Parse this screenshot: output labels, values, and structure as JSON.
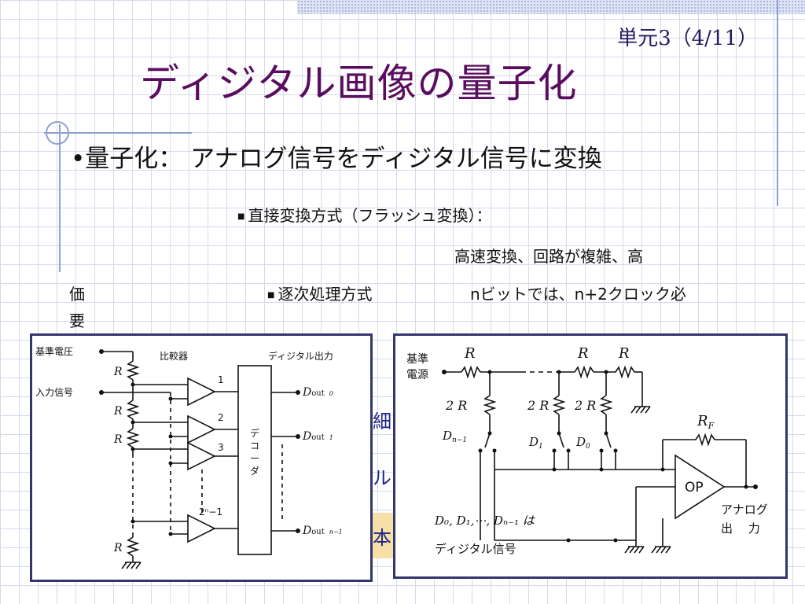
{
  "header": {
    "unit": "単元3（4/11）",
    "title": "ディジタル画像の量子化"
  },
  "body": {
    "main_bullet": "•量子化：  アナログ信号をディジタル信号に変換",
    "sub_items": [
      {
        "label": "直接変換方式（フラッシュ変換）："
      },
      {
        "label": "逐次処理方式"
      }
    ],
    "notes": {
      "speed_line": "高速変換、回路が複雑、高",
      "price_char": "価",
      "clock_line": "nビットでは、n+2クロック必",
      "need_char": "要"
    },
    "partially_hidden": [
      "細",
      "ル",
      "本"
    ]
  },
  "figure_flash": {
    "ref_voltage": "基準電圧",
    "input_signal": "入力信号",
    "comparator": "比較器",
    "digital_output": "ディジタル出力",
    "resistor": "R",
    "comp_labels": [
      "1",
      "2",
      "3",
      "2ⁿ−1"
    ],
    "decoder": [
      "デ",
      "コ",
      "ー",
      "ダ"
    ],
    "outputs": [
      {
        "main": "D",
        "sub": "out",
        "idx": "0"
      },
      {
        "main": "D",
        "sub": "out",
        "idx": "1"
      },
      {
        "main": "D",
        "sub": "out",
        "idx": "n−1"
      }
    ]
  },
  "figure_succ": {
    "ref_source": [
      "基準",
      "電源"
    ],
    "resistor": "R",
    "two_r": "2 R",
    "feedback": "R",
    "feedback_sub": "F",
    "switches": [
      "D",
      "D",
      "D"
    ],
    "switch_subs": [
      "n−1",
      "1",
      "0"
    ],
    "amp": "OP",
    "analog_out": [
      "アナログ",
      "出　 力"
    ],
    "caption1": "D₀, D₁,⋯, Dₙ₋₁ は",
    "caption2": "ディジタル信号"
  }
}
